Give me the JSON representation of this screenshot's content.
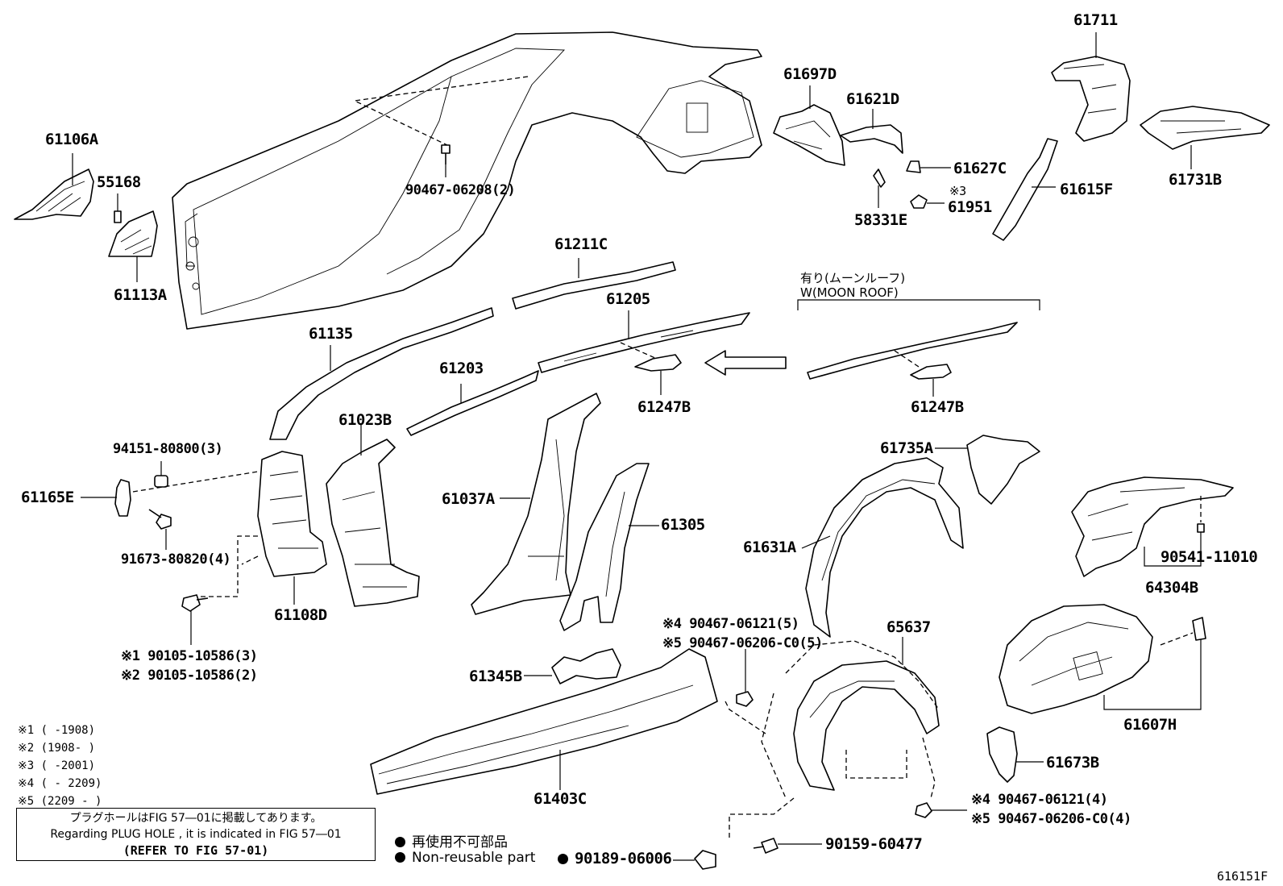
{
  "diagram_id": "616151F",
  "parts": {
    "p61106A": "61106A",
    "p55168": "55168",
    "p61113A": "61113A",
    "p90467_06208": "90467-06208(2)",
    "p61697D": "61697D",
    "p61621D": "61621D",
    "p61627C": "61627C",
    "p61951_mark": "※3",
    "p61951": "61951",
    "p58331E": "58331E",
    "p61711": "61711",
    "p61615F": "61615F",
    "p61731B": "61731B",
    "p61211C": "61211C",
    "p61205": "61205",
    "p61135": "61135",
    "p61203": "61203",
    "p61247B_a": "61247B",
    "p61247B_b": "61247B",
    "p94151": "94151-80800(3)",
    "p61165E": "61165E",
    "p91673": "91673-80820(4)",
    "p61023B": "61023B",
    "p61108D": "61108D",
    "p61037A": "61037A",
    "p61305": "61305",
    "p61735A": "61735A",
    "p61631A": "61631A",
    "p90541": "90541-11010",
    "p64304B": "64304B",
    "p90105_1": "※1 90105-10586(3)",
    "p90105_2": "※2 90105-10586(2)",
    "p90467_06121_5": "※4 90467-06121(5)",
    "p90467_06206_5": "※5 90467-06206-C0(5)",
    "p65637": "65637",
    "p61345B": "61345B",
    "p61607H": "61607H",
    "p61403C": "61403C",
    "p61673B": "61673B",
    "p90467_06121_4": "※4 90467-06121(4)",
    "p90467_06206_4": "※5 90467-06206-C0(4)",
    "p90159": "90159-60477",
    "p90189": "90189-06006"
  },
  "moonroof": {
    "jp": "有り(ムーンルーフ)",
    "en": "W(MOON ROOF)"
  },
  "footnotes": [
    "※1 (      -1908)",
    "※2 (1908-      )",
    "※3 (      -2001)",
    "※4 (      - 2209)",
    "※5 (2209 -      )"
  ],
  "notice": {
    "jp": "プラグホールはFIG 57―01に掲載してあります。",
    "en": "Regarding  PLUG HOLE , it is indicated in FIG  57―01",
    "ref": "(REFER TO FIG 57-01)"
  },
  "legend": {
    "jp": "再使用不可部品",
    "en": "Non-reusable part"
  }
}
